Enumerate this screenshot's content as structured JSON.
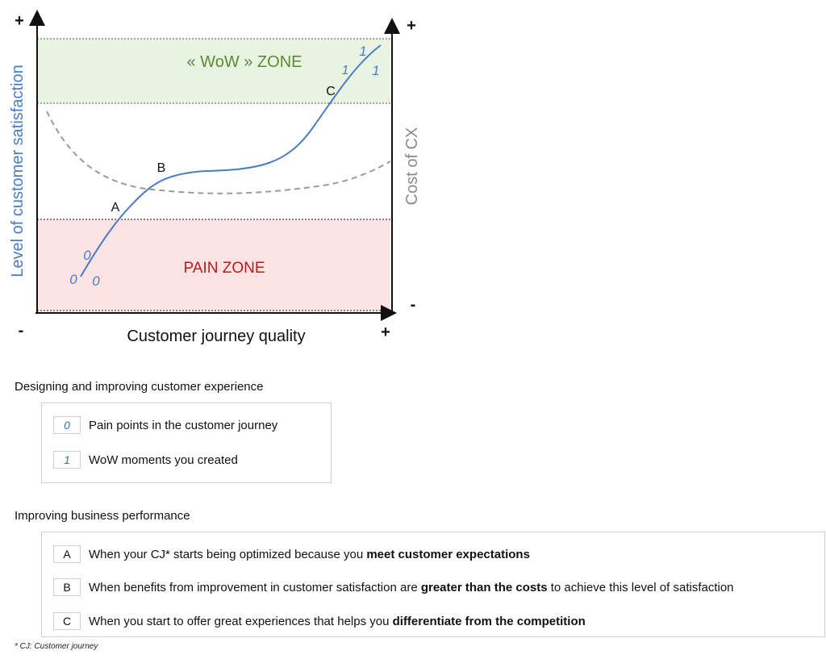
{
  "chart": {
    "zone_wow": "« WoW » ZONE",
    "zone_pain": "PAIN ZONE",
    "y_axis_label": "Level of customer satisfaction",
    "x_axis_label": "Customer journey quality",
    "cost_axis_label": "Cost of CX",
    "y_plus": "+",
    "y_minus": "-",
    "x_plus": "+",
    "cost_plus": "+",
    "cost_minus": "-",
    "point_a": "A",
    "point_b": "B",
    "point_c": "C",
    "fraction_zero_num": "0",
    "fraction_zero_den": "0",
    "fraction_one_num": "1",
    "fraction_one_den": "1",
    "fraction_one_small": "1",
    "colors": {
      "wow_zone": "#e9f3e1",
      "pain_zone": "#fde3e3",
      "wow_text": "#5a8a34",
      "pain_text": "#c01818",
      "curve": "#4a7cc7",
      "cost_curve": "#9a9a9a",
      "y_label": "#4a7cc7",
      "cost_label": "#8a8a8a"
    }
  },
  "section1": {
    "title": "Designing and improving customer experience",
    "items": [
      {
        "key": "0",
        "text": "Pain points in the customer journey"
      },
      {
        "key": "1",
        "text": "WoW moments you created"
      }
    ]
  },
  "section2": {
    "title": "Improving business performance",
    "items": [
      {
        "key": "A",
        "pre": "When your CJ* starts being optimized because you ",
        "bold": "meet customer expectations",
        "post": ""
      },
      {
        "key": "B",
        "pre": "When benefits from improvement in customer satisfaction are ",
        "bold": "greater than the costs",
        "post": " to achieve this level of satisfaction"
      },
      {
        "key": "C",
        "pre": "When you start to offer great experiences that helps you ",
        "bold": "differentiate from the competition",
        "post": ""
      }
    ]
  },
  "footnote": "* CJ: Customer journey"
}
